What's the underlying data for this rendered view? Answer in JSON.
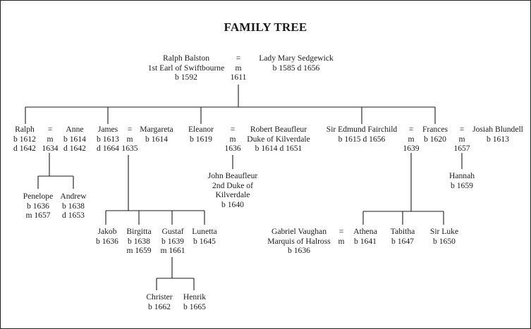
{
  "title": "FAMILY TREE",
  "people": {
    "ralph_balston": [
      "Ralph Balston",
      "1st Earl of Swiftbourne",
      "b 1592"
    ],
    "lady_mary": [
      "Lady Mary Sedgewick",
      "b 1585  d 1656"
    ],
    "ralph": [
      "Ralph",
      "b 1612",
      "d 1642"
    ],
    "anne": [
      "Anne",
      "b 1614",
      "d 1642"
    ],
    "james": [
      "James",
      "b 1613",
      "d 1664"
    ],
    "margareta": [
      "Margareta",
      "b 1614"
    ],
    "eleanor": [
      "Eleanor",
      "b 1619"
    ],
    "robert": [
      "Robert Beaufleur",
      "Duke of Kilverdale",
      "b 1614  d 1651"
    ],
    "edmund": [
      "Sir Edmund Fairchild",
      "b 1615  d 1656"
    ],
    "frances": [
      "Frances",
      "b 1620"
    ],
    "josiah": [
      "Josiah Blundell",
      "b 1613"
    ],
    "penelope": [
      "Penelope",
      "b 1636",
      "m 1657"
    ],
    "andrew": [
      "Andrew",
      "b 1638",
      "d 1653"
    ],
    "john": [
      "John Beaufleur",
      "2nd Duke of",
      "Kilverdale",
      "b 1640"
    ],
    "hannah": [
      "Hannah",
      "b 1659"
    ],
    "jakob": [
      "Jakob",
      "b 1636"
    ],
    "birgitta": [
      "Birgitta",
      "b 1638",
      "m 1659"
    ],
    "gustaf": [
      "Gustaf",
      "b 1639",
      "m 1661"
    ],
    "lunetta": [
      "Lunetta",
      "b 1645"
    ],
    "gabriel": [
      "Gabriel Vaughan",
      "Marquis of Halross",
      "b 1636"
    ],
    "athena": [
      "Athena",
      "b 1641"
    ],
    "tabitha": [
      "Tabitha",
      "b 1647"
    ],
    "sir_luke": [
      "Sir Luke",
      "b 1650"
    ],
    "christer": [
      "Christer",
      "b 1662"
    ],
    "henrik": [
      "Henrik",
      "b 1665"
    ]
  },
  "marriages": {
    "ralph_balston_lady_mary": [
      "=",
      "m",
      "1611"
    ],
    "ralph_anne": [
      "=",
      "m",
      "1634"
    ],
    "james_margareta": [
      "=",
      "m",
      "1635"
    ],
    "eleanor_robert": [
      "=",
      "m",
      "1636"
    ],
    "edmund_frances": [
      "=",
      "m",
      "1639"
    ],
    "frances_josiah": [
      "=",
      "m",
      "1657"
    ],
    "gabriel_athena": [
      "=",
      "m"
    ]
  }
}
